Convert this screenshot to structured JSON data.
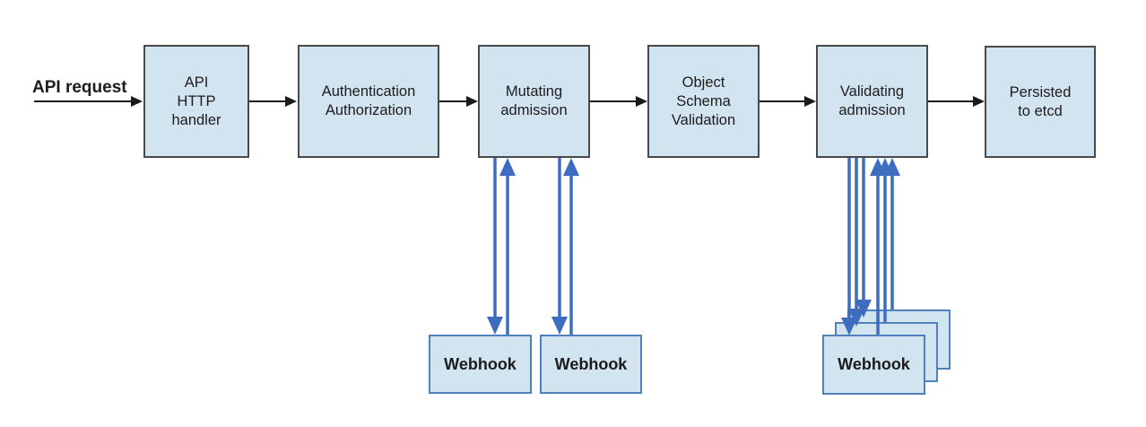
{
  "colors": {
    "background": "#ffffff",
    "node_fill": "#d3e4f1",
    "node_border": "#4a4a4a",
    "webhook_border": "#4f81bd",
    "flow_arrow": "#1a1a1a",
    "webhook_arrow": "#3e6dc0",
    "text": "#1c1c1c"
  },
  "diagram": {
    "request_label": "API request",
    "nodes": [
      {
        "id": "api-http-handler",
        "label": "API\nHTTP\nhandler"
      },
      {
        "id": "authentication-authorization",
        "label": "Authentication\nAuthorization"
      },
      {
        "id": "mutating-admission",
        "label": "Mutating\nadmission"
      },
      {
        "id": "object-schema-validation",
        "label": "Object\nSchema\nValidation"
      },
      {
        "id": "validating-admission",
        "label": "Validating\nadmission"
      },
      {
        "id": "persisted-to-etcd",
        "label": "Persisted\nto etcd"
      }
    ],
    "mutating_webhooks": [
      {
        "label": "Webhook"
      },
      {
        "label": "Webhook"
      }
    ],
    "validating_webhooks": [
      {
        "label": "Webhook"
      },
      {
        "label": "Webhook"
      },
      {
        "label": "Webhook"
      }
    ]
  }
}
